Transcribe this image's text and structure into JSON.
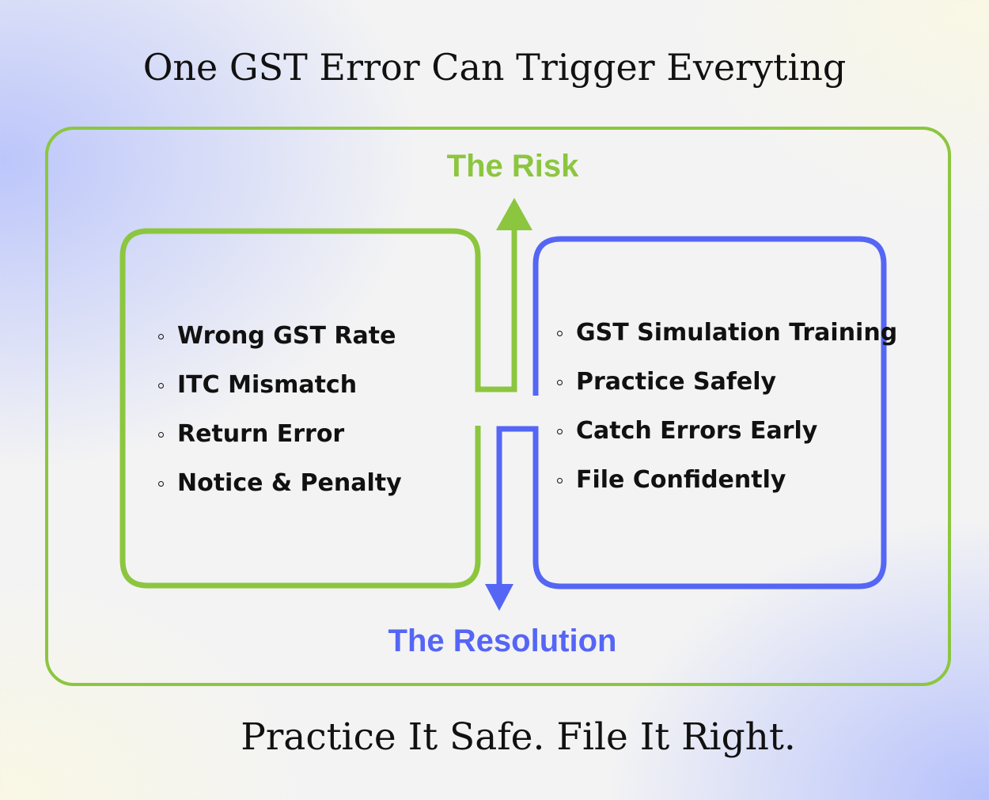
{
  "title": "One GST Error Can Trigger Everyting",
  "tagline": "Practice It Safe. File It Right.",
  "risk": {
    "label": "The Risk",
    "color": "#8cc63f",
    "items": [
      "Wrong GST Rate",
      "ITC Mismatch",
      "Return Error",
      "Notice & Penalty"
    ]
  },
  "resolution": {
    "label": "The Resolution",
    "color": "#5566f5",
    "items": [
      "GST Simulation Training",
      "Practice Safely",
      "Catch Errors Early",
      "File Confidently"
    ]
  },
  "icons": {
    "up_arrow": "arrow-up-icon",
    "down_arrow": "arrow-down-icon"
  }
}
